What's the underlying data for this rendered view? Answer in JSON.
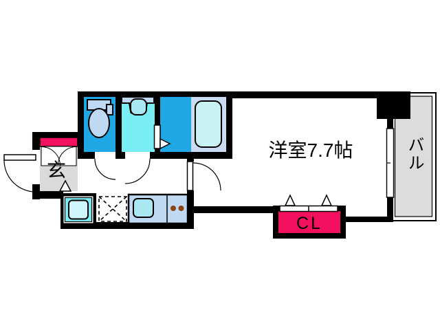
{
  "labels": {
    "main_room": "洋室7.7帖",
    "balcony": "バル",
    "entrance": "玄",
    "closet": "CL"
  },
  "colors": {
    "wall": "#000000",
    "room_blue": "#1FA8E3",
    "cyan_floor": "#79EFF5",
    "fixture_blue": "#BFD9F2",
    "tub_room": "#C9DCF2",
    "tub": "#C9F2F4",
    "sink": "#A9E7F2",
    "washer": "#CDF5FA",
    "pink": "#F3115F",
    "entry_gray": "#DADADA",
    "balcony_gray": "#DCDCDC",
    "burner": "#8B4513"
  }
}
